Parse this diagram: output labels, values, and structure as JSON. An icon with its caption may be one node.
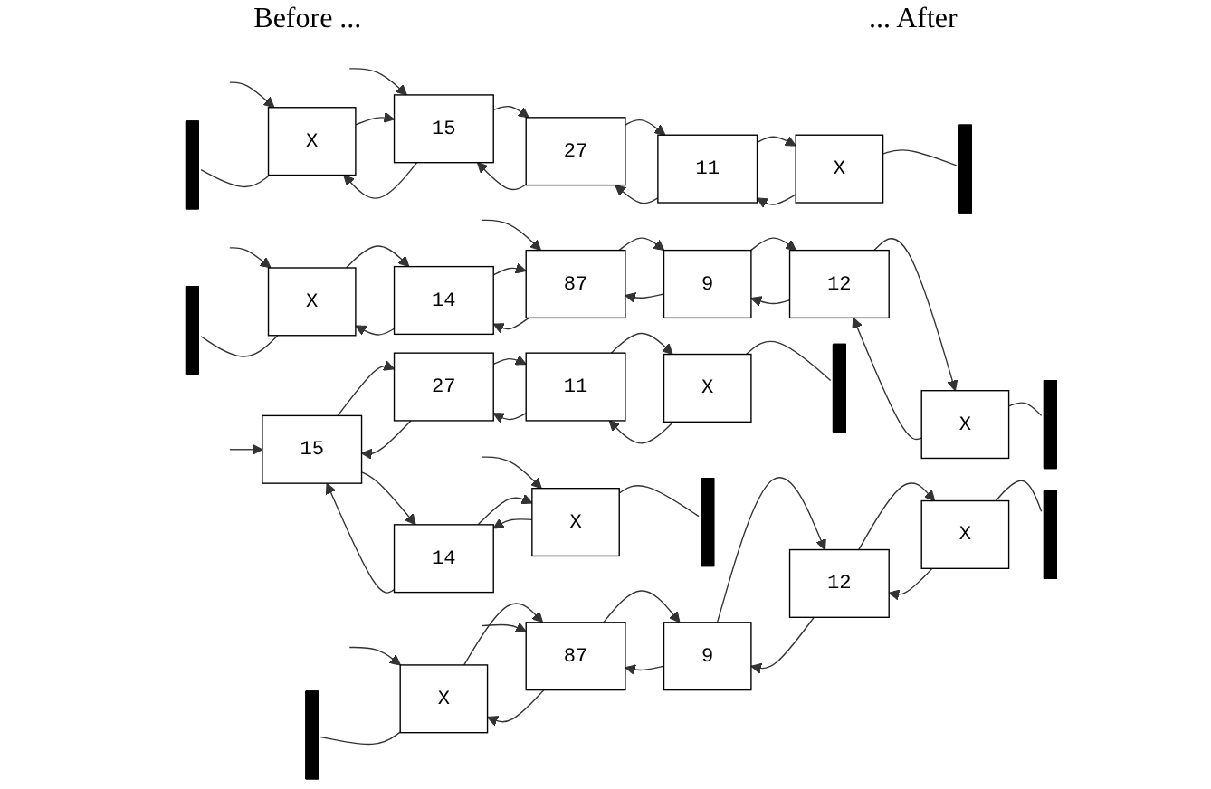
{
  "diagram": {
    "nodes": [
      {
        "text": [],
        "shape": "ground"
      },
      {
        "text": [
          "X"
        ]
      },
      {
        "text": [
          "15"
        ]
      },
      {
        "text": [
          "27"
        ]
      },
      {
        "text": [
          "11"
        ]
      },
      {
        "text": [
          "X"
        ]
      },
      {
        "text": [],
        "shape": "ground"
      },
      {
        "text": [],
        "shape": "ground"
      },
      {
        "text": [
          "X"
        ]
      },
      {
        "text": [
          "14"
        ]
      },
      {
        "text": [
          "87"
        ]
      },
      {
        "text": [
          "9"
        ]
      },
      {
        "text": [
          "12"
        ]
      },
      {
        "text": [
          "X"
        ]
      },
      {
        "text": [],
        "shape": "ground"
      },
      {
        "text": [],
        "shape": "ground"
      },
      {
        "text": [
          "X"
        ]
      },
      {
        "text": [
          "15"
        ]
      },
      {
        "text": [
          "27"
        ]
      },
      {
        "text": [
          "11"
        ]
      },
      {
        "text": [
          "X"
        ]
      },
      {
        "text": [],
        "shape": "ground"
      },
      {
        "text": [],
        "shape": "ground"
      },
      {
        "text": [
          "X"
        ]
      },
      {
        "text": [
          "14"
        ]
      },
      {
        "text": [
          "87"
        ]
      },
      {
        "text": [
          "9"
        ]
      },
      {
        "text": [
          "12"
        ]
      },
      {
        "text": [
          "X"
        ]
      },
      {
        "text": [],
        "shape": "ground"
      }
    ],
    "edges": [
      {
        "from": null,
        "to": 1,
        "arrow": "to"
      },
      {
        "from": null,
        "to": 2,
        "arrow": "to"
      },
      {
        "from": 1,
        "to": 0,
        "arrow": "none"
      },
      {
        "from": 1,
        "to": 2,
        "arrow": "to"
      },
      {
        "from": 2,
        "to": 1,
        "arrow": "to"
      },
      {
        "from": 2,
        "to": 3,
        "arrow": "to"
      },
      {
        "from": 3,
        "to": 2,
        "arrow": "to"
      },
      {
        "from": 3,
        "to": 4,
        "arrow": "to"
      },
      {
        "from": 4,
        "to": 3,
        "arrow": "to"
      },
      {
        "from": 4,
        "to": 5,
        "arrow": "to"
      },
      {
        "from": 5,
        "to": 4,
        "arrow": "to"
      },
      {
        "from": 5,
        "to": 6,
        "arrow": "none"
      },
      {
        "from": null,
        "to": 8,
        "arrow": "to"
      },
      {
        "from": null,
        "to": 10,
        "arrow": "to"
      },
      {
        "from": 8,
        "to": 7,
        "arrow": "none"
      },
      {
        "from": 8,
        "to": 9,
        "arrow": "to"
      },
      {
        "from": 9,
        "to": 8,
        "arrow": "to"
      },
      {
        "from": 9,
        "to": 10,
        "arrow": "to"
      },
      {
        "from": 10,
        "to": 9,
        "arrow": "to"
      },
      {
        "from": 10,
        "to": 11,
        "arrow": "to"
      },
      {
        "from": 11,
        "to": 10,
        "arrow": "to"
      },
      {
        "from": 11,
        "to": 12,
        "arrow": "to"
      },
      {
        "from": 12,
        "to": 11,
        "arrow": "to"
      },
      {
        "from": 12,
        "to": 13,
        "arrow": "to"
      },
      {
        "from": 13,
        "to": 12,
        "arrow": "to"
      },
      {
        "from": 13,
        "to": 14,
        "arrow": "none"
      },
      {
        "from": null,
        "to": 16,
        "arrow": "to"
      },
      {
        "from": null,
        "to": 17,
        "arrow": "to"
      },
      {
        "from": 16,
        "to": 15,
        "arrow": "none"
      },
      {
        "from": 16,
        "to": 25,
        "arrow": "to"
      },
      {
        "from": 25,
        "to": 16,
        "arrow": "to"
      },
      {
        "from": 24,
        "to": 17,
        "arrow": "to"
      },
      {
        "from": 17,
        "to": 24,
        "arrow": "to"
      },
      {
        "from": 17,
        "to": 18,
        "arrow": "to"
      },
      {
        "from": 18,
        "to": 17,
        "arrow": "to"
      },
      {
        "from": 18,
        "to": 19,
        "arrow": "to"
      },
      {
        "from": 19,
        "to": 18,
        "arrow": "to"
      },
      {
        "from": 19,
        "to": 20,
        "arrow": "to"
      },
      {
        "from": 20,
        "to": 19,
        "arrow": "to"
      },
      {
        "from": 20,
        "to": 21,
        "arrow": "none"
      },
      {
        "from": null,
        "to": 23,
        "arrow": "to"
      },
      {
        "from": null,
        "to": 25,
        "arrow": "to"
      },
      {
        "from": 23,
        "to": 22,
        "arrow": "none"
      },
      {
        "from": 23,
        "to": 24,
        "arrow": "to"
      },
      {
        "from": 24,
        "to": 23,
        "arrow": "to"
      },
      {
        "from": 25,
        "to": 26,
        "arrow": "to"
      },
      {
        "from": 26,
        "to": 25,
        "arrow": "to"
      },
      {
        "from": 26,
        "to": 27,
        "arrow": "to"
      },
      {
        "from": 27,
        "to": 26,
        "arrow": "to"
      },
      {
        "from": 27,
        "to": 28,
        "arrow": "to"
      },
      {
        "from": 28,
        "to": 27,
        "arrow": "to"
      },
      {
        "from": 28,
        "to": 29,
        "arrow": "none"
      }
    ],
    "labels": [
      "Before ...",
      "... After"
    ]
  }
}
